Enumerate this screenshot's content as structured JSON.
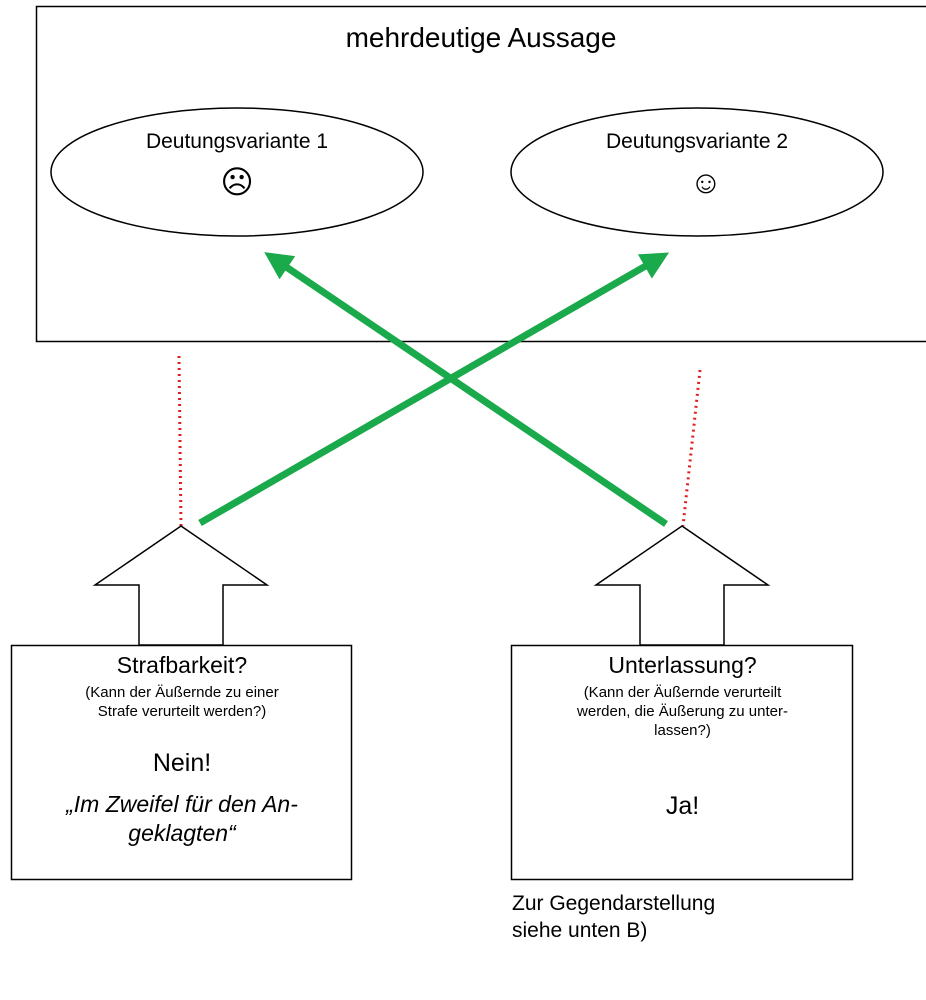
{
  "diagram": {
    "title": "mehrdeutige Aussage",
    "variants": [
      {
        "label": "Deutungsvariante 1",
        "face": "☹",
        "face_icon": "sad-face-icon"
      },
      {
        "label": "Deutungsvariante 2",
        "face": "☺",
        "face_icon": "smiley-face-icon"
      }
    ],
    "boxes": [
      {
        "heading": "Strafbarkeit?",
        "question_lines": [
          "(Kann der Äußernde zu einer",
          "Strafe verurteilt werden?)"
        ],
        "verdict": "Nein!",
        "maxim_lines": [
          "„Im Zweifel für den An-",
          "geklagten“"
        ]
      },
      {
        "heading": "Unterlassung?",
        "question_lines": [
          "(Kann der Äußernde verurteilt",
          "werden, die Äußerung zu unter-",
          "lassen?)"
        ],
        "verdict": "Ja!"
      }
    ],
    "note_lines": [
      "Zur Gegendarstellung",
      "siehe unten B)"
    ],
    "colors": {
      "arrow": "#1aaa4b",
      "dotted_line": "#e02020",
      "stroke": "#000000"
    }
  }
}
